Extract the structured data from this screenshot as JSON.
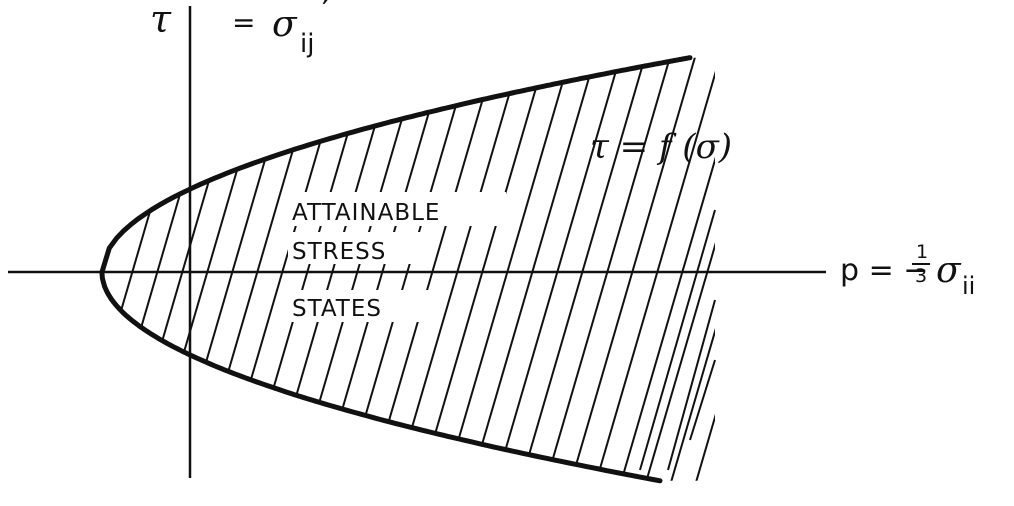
{
  "diagram": {
    "tau_symbol": "τ",
    "tau_definition": {
      "eq": "=",
      "symbol": "σ",
      "subscript": "ij",
      "prime": "′"
    },
    "envelope_label": "τ = f (σ)",
    "p_axis_label": {
      "lhs": "p = −",
      "frac_num": "1",
      "frac_den": "3",
      "symbol": "σ",
      "subscript": "ii"
    },
    "region_lines": [
      "ATTAINABLE",
      "STRESS",
      "STATES"
    ],
    "colors": {
      "ink": "#111111",
      "background": "#ffffff"
    }
  }
}
